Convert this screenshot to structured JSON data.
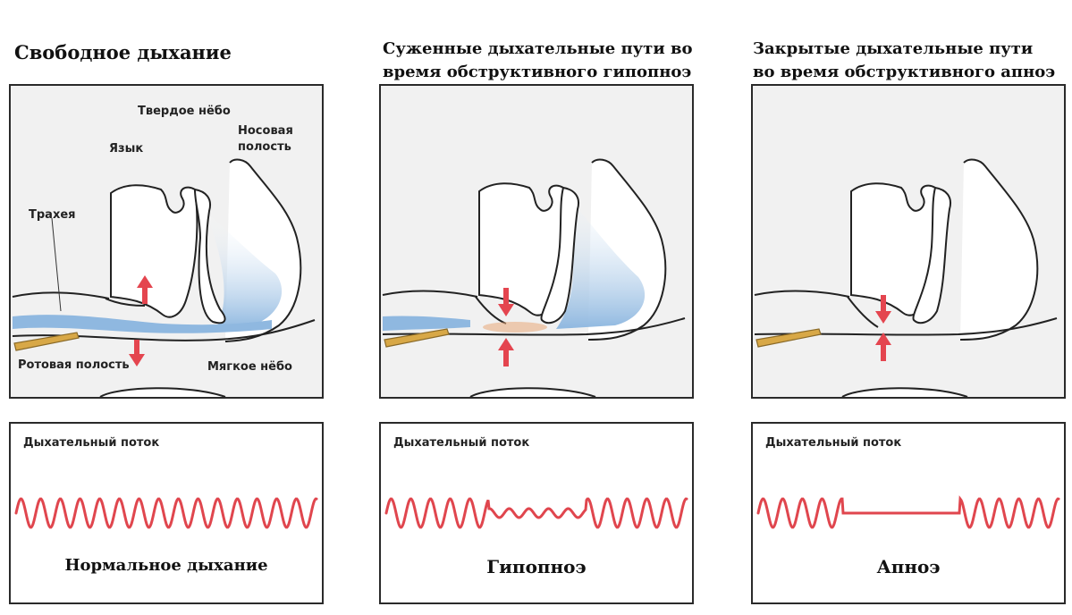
{
  "titles": {
    "free": "Свободное дыхание",
    "narrowed": "Суженные дыхательные пути во время обструктивного гипопноэ",
    "closed": "Закрытые дыхательные пути во время обструктивного апноэ"
  },
  "labels": {
    "hard_palate": "Твердое нёбо",
    "tongue": "Язык",
    "nasal_cavity_1": "Носовая",
    "nasal_cavity_2": "полость",
    "trachea": "Трахея",
    "oral_cavity": "Ротовая полость",
    "soft_palate": "Мягкое нёбо"
  },
  "flow": {
    "label": "Дыхательный поток",
    "captions": [
      "Нормальное дыхание",
      "Гипопноэ",
      "Апноэ"
    ]
  },
  "colors": {
    "airflow_blue": "#8fb8e0",
    "arrow_red": "#e4454f",
    "wave_red": "#e0464e",
    "tube_tan": "#d8a847",
    "panel_bg": "#f1f1f1"
  }
}
